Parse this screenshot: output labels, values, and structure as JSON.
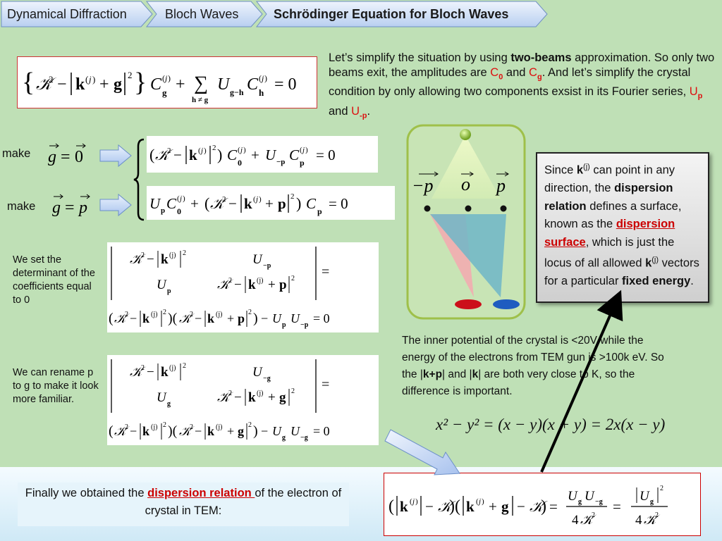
{
  "breadcrumb": {
    "items": [
      "Dynamical Diffraction",
      "Bloch Waves",
      "Schrödinger Equation for Bloch Waves"
    ]
  },
  "intro": {
    "t1": "Let’s simplify the situation by using ",
    "b1": "two-beams",
    "t2": " approximation. So only two beams exit, the amplitudes are ",
    "c0": "C",
    "c0sub": "0",
    "and1": " and ",
    "cg": "C",
    "cgsub": "g",
    "t3": ". And let’s simplify the crystal condition by only allowing two components exsist in its Fourier series, ",
    "up": "U",
    "upsub": "p",
    "and2": " and ",
    "ump": "U",
    "umpsub": "-p",
    "end": "."
  },
  "labels": {
    "make1": "make",
    "make2": "make",
    "det_note": "We set the determinant of the coefficients equal to 0",
    "rename_note": "We can rename p to g to make it look more familiar."
  },
  "diagram": {
    "minus_p": "−p",
    "o": "o",
    "p": "p"
  },
  "callout": {
    "t1": "Since ",
    "k1": "k",
    "j1": "(j)",
    "t2": " can point in any direction, the ",
    "b1": "dispersion relation",
    "t3": " defines a surface, known as the ",
    "link": "dispersion surface",
    "t4": ", which is just the locus of all allowed ",
    "k2": "k",
    "j2": "(j)",
    "t5": " vectors for a particular ",
    "b2": "fixed energy",
    "t6": "."
  },
  "inner": {
    "t1": "The inner potential of the crystal is <20V while the energy of the electrons from TEM gun is >100k eV. So the |",
    "kp": "k+p",
    "t2": "| and |",
    "k": "k",
    "t3": "| are both very close to K, so the difference is important."
  },
  "identity": "x² − y² = (x − y)(x + y) = 2x(x − y)",
  "finally": {
    "t1": "Finally we obtained the ",
    "link": "dispersion relation ",
    "t2": "of the electron of crystal in TEM:"
  },
  "colors": {
    "background": "#bfe0b6",
    "accent_red": "#d11111",
    "crumb_fill": "#cfe0f7"
  }
}
